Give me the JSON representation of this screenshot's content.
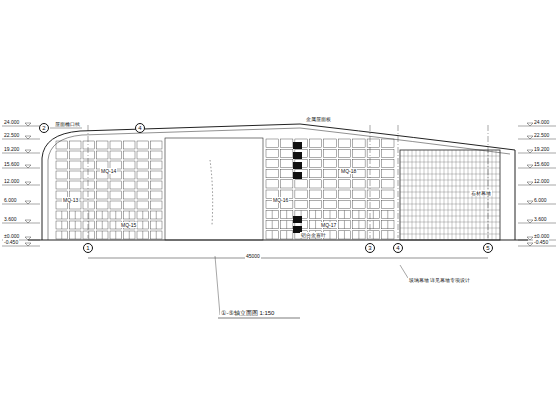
{
  "diagram": {
    "nodes": [
      {
        "text": [
          "2"
        ]
      },
      {
        "text": [
          "4"
        ]
      },
      {
        "text": [
          "1"
        ]
      },
      {
        "text": [
          "3"
        ]
      },
      {
        "text": [
          "4"
        ]
      },
      {
        "text": [
          "5"
        ]
      }
    ],
    "labels": [
      "24.000",
      "22.500",
      "19.200",
      "15.600",
      "12.000",
      "6.000",
      "3.600",
      "±0.000",
      "-0.450",
      "24.000",
      "22.500",
      "19.200",
      "15.600",
      "12.000",
      "6.000",
      "3.600",
      "±0.000",
      "-0.450",
      "①-⑤轴立面图 1:150",
      "45000",
      "玻璃幕墙 详见幕墙专项设计",
      "金属屋面板",
      "屋面檐口线",
      "MQ-13",
      "MQ-14",
      "MQ-15",
      "MQ-16",
      "MQ-17",
      "MQ-18",
      "铝合金百叶",
      "石材幕墙"
    ]
  }
}
